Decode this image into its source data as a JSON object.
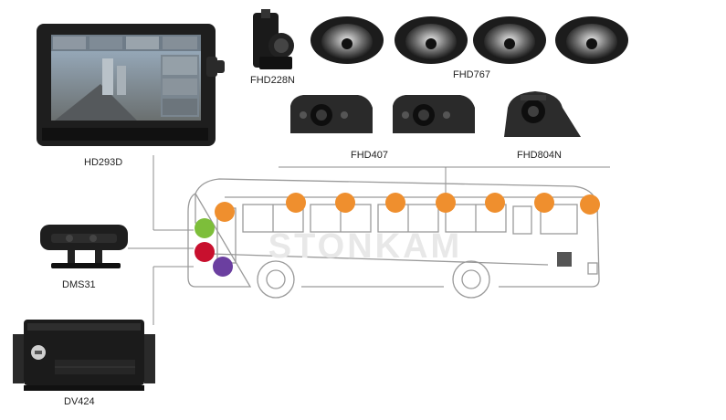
{
  "products": {
    "monitor": "HD293D",
    "dms": "DMS31",
    "dvr": "DV424",
    "side_cam": "FHD228N",
    "dome_cam": "FHD767",
    "bus_cam": "FHD407",
    "rear_cam": "FHD804N"
  },
  "watermark": "STONKAM",
  "colors": {
    "orange": "#ef8f2e",
    "green": "#7dbe3a",
    "red": "#c8102e",
    "purple": "#6b3fa0",
    "line": "#8c8c8c"
  }
}
